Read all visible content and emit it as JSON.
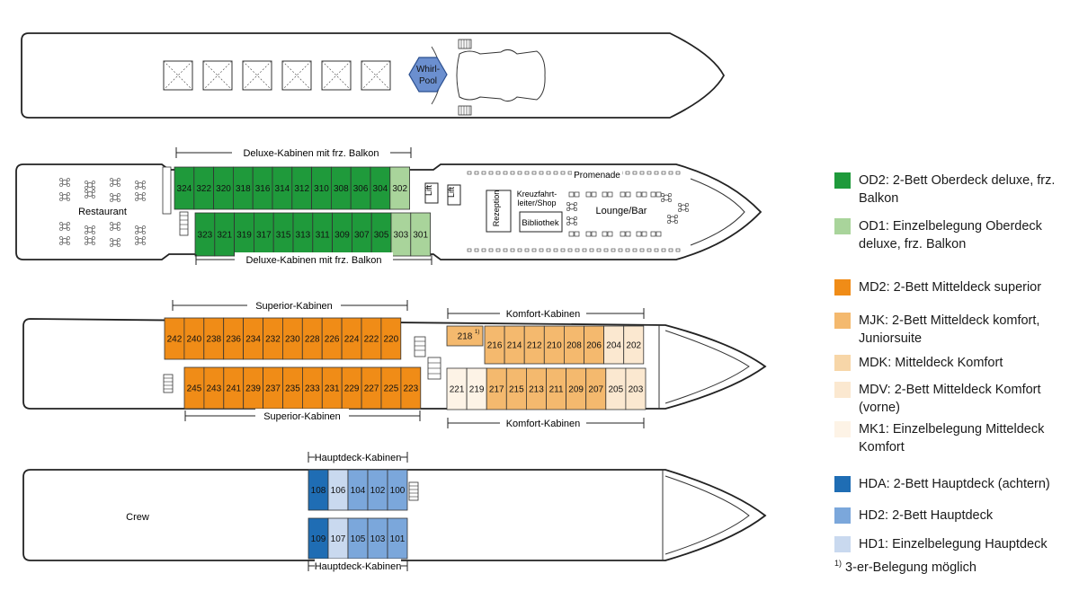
{
  "decks": {
    "sun": {
      "whirlpool_label": "Whirl-Pool",
      "whirlpool_line1": "Whirl-",
      "whirlpool_line2": "Pool"
    },
    "upper": {
      "label_top": "Deluxe-Kabinen mit frz. Balkon",
      "label_bottom": "Deluxe-Kabinen mit frz. Balkon",
      "restaurant": "Restaurant",
      "lift": "Lift",
      "promenade": "Promenade",
      "lounge": "Lounge/Bar",
      "reception": "Rezeption",
      "cruise_director_line1": "Kreuzfahrt-",
      "cruise_director_line2": "leiter/Shop",
      "library": "Bibliothek",
      "top_row": [
        {
          "no": "324",
          "cat": "OD2"
        },
        {
          "no": "322",
          "cat": "OD2"
        },
        {
          "no": "320",
          "cat": "OD2"
        },
        {
          "no": "318",
          "cat": "OD2"
        },
        {
          "no": "316",
          "cat": "OD2"
        },
        {
          "no": "314",
          "cat": "OD2"
        },
        {
          "no": "312",
          "cat": "OD2"
        },
        {
          "no": "310",
          "cat": "OD2"
        },
        {
          "no": "308",
          "cat": "OD2"
        },
        {
          "no": "306",
          "cat": "OD2"
        },
        {
          "no": "304",
          "cat": "OD2"
        },
        {
          "no": "302",
          "cat": "OD1"
        }
      ],
      "bottom_row": [
        {
          "no": "323",
          "cat": "OD2"
        },
        {
          "no": "321",
          "cat": "OD2"
        },
        {
          "no": "319",
          "cat": "OD2"
        },
        {
          "no": "317",
          "cat": "OD2"
        },
        {
          "no": "315",
          "cat": "OD2"
        },
        {
          "no": "313",
          "cat": "OD2"
        },
        {
          "no": "311",
          "cat": "OD2"
        },
        {
          "no": "309",
          "cat": "OD2"
        },
        {
          "no": "307",
          "cat": "OD2"
        },
        {
          "no": "305",
          "cat": "OD2"
        },
        {
          "no": "303",
          "cat": "OD1"
        },
        {
          "no": "301",
          "cat": "OD1"
        }
      ]
    },
    "middle": {
      "superior_top": "Superior-Kabinen",
      "superior_bottom": "Superior-Kabinen",
      "komfort_top": "Komfort-Kabinen",
      "komfort_bottom": "Komfort-Kabinen",
      "top_row": [
        {
          "no": "242",
          "cat": "MD2"
        },
        {
          "no": "240",
          "cat": "MD2"
        },
        {
          "no": "238",
          "cat": "MD2"
        },
        {
          "no": "236",
          "cat": "MD2"
        },
        {
          "no": "234",
          "cat": "MD2"
        },
        {
          "no": "232",
          "cat": "MD2"
        },
        {
          "no": "230",
          "cat": "MD2"
        },
        {
          "no": "228",
          "cat": "MD2"
        },
        {
          "no": "226",
          "cat": "MD2"
        },
        {
          "no": "224",
          "cat": "MD2"
        },
        {
          "no": "222",
          "cat": "MD2"
        },
        {
          "no": "220",
          "cat": "MD2"
        }
      ],
      "bottom_row": [
        {
          "no": "245",
          "cat": "MD2"
        },
        {
          "no": "243",
          "cat": "MD2"
        },
        {
          "no": "241",
          "cat": "MD2"
        },
        {
          "no": "239",
          "cat": "MD2"
        },
        {
          "no": "237",
          "cat": "MD2"
        },
        {
          "no": "235",
          "cat": "MD2"
        },
        {
          "no": "233",
          "cat": "MD2"
        },
        {
          "no": "231",
          "cat": "MD2"
        },
        {
          "no": "229",
          "cat": "MD2"
        },
        {
          "no": "227",
          "cat": "MD2"
        },
        {
          "no": "225",
          "cat": "MD2"
        },
        {
          "no": "223",
          "cat": "MD2"
        }
      ],
      "komfort_top_row": [
        {
          "no": "218",
          "cat": "MJK",
          "note": "1)"
        },
        {
          "no": "216",
          "cat": "MJK"
        },
        {
          "no": "214",
          "cat": "MJK"
        },
        {
          "no": "212",
          "cat": "MJK"
        },
        {
          "no": "210",
          "cat": "MJK"
        },
        {
          "no": "208",
          "cat": "MJK"
        },
        {
          "no": "206",
          "cat": "MJK"
        },
        {
          "no": "204",
          "cat": "MDV"
        },
        {
          "no": "202",
          "cat": "MDV"
        }
      ],
      "komfort_bottom_row": [
        {
          "no": "221",
          "cat": "MK1"
        },
        {
          "no": "219",
          "cat": "MK1"
        },
        {
          "no": "217",
          "cat": "MJK"
        },
        {
          "no": "215",
          "cat": "MJK"
        },
        {
          "no": "213",
          "cat": "MJK"
        },
        {
          "no": "211",
          "cat": "MJK"
        },
        {
          "no": "209",
          "cat": "MJK"
        },
        {
          "no": "207",
          "cat": "MJK"
        },
        {
          "no": "205",
          "cat": "MDV"
        },
        {
          "no": "203",
          "cat": "MDV"
        }
      ]
    },
    "main": {
      "label_top": "Hauptdeck-Kabinen",
      "label_bottom": "Hauptdeck-Kabinen",
      "crew": "Crew",
      "top_row": [
        {
          "no": "108",
          "cat": "HDA"
        },
        {
          "no": "106",
          "cat": "HD1"
        },
        {
          "no": "104",
          "cat": "HD2"
        },
        {
          "no": "102",
          "cat": "HD2"
        },
        {
          "no": "100",
          "cat": "HD2"
        }
      ],
      "bottom_row": [
        {
          "no": "109",
          "cat": "HDA"
        },
        {
          "no": "107",
          "cat": "HD1"
        },
        {
          "no": "105",
          "cat": "HD2"
        },
        {
          "no": "103",
          "cat": "HD2"
        },
        {
          "no": "101",
          "cat": "HD2"
        }
      ]
    }
  },
  "categories": {
    "OD2": "#1f9a3b",
    "OD1": "#a9d49b",
    "MD2": "#f08c17",
    "MJK": "#f4b96e",
    "MDK": "#f7d6a8",
    "MDV": "#fbe8d0",
    "MK1": "#fdf3e6",
    "HDA": "#1f6db4",
    "HD2": "#7ba7db",
    "HD1": "#c9d9ef"
  },
  "legend": [
    {
      "code": "OD2",
      "color": "#1f9a3b",
      "text": "OD2: 2-Bett Oberdeck deluxe, frz. Balkon"
    },
    {
      "code": "OD1",
      "color": "#a9d49b",
      "text": "OD1: Einzelbelegung Oberdeck deluxe, frz. Balkon"
    },
    {
      "code": "MD2",
      "color": "#f08c17",
      "text": "MD2: 2-Bett Mitteldeck superior"
    },
    {
      "code": "MJK",
      "color": "#f4b96e",
      "text": "MJK: 2-Bett Mitteldeck komfort, Juniorsuite"
    },
    {
      "code": "MDK",
      "color": "#f7d6a8",
      "text": "MDK: Mitteldeck Komfort"
    },
    {
      "code": "MDV",
      "color": "#fbe8d0",
      "text": "MDV: 2-Bett Mitteldeck Komfort (vorne)"
    },
    {
      "code": "MK1",
      "color": "#fdf3e6",
      "text": "MK1: Einzelbelegung Mitteldeck Komfort"
    },
    {
      "code": "HDA",
      "color": "#1f6db4",
      "text": "HDA: 2-Bett Hauptdeck (achtern)"
    },
    {
      "code": "HD2",
      "color": "#7ba7db",
      "text": "HD2: 2-Bett Hauptdeck"
    },
    {
      "code": "HD1",
      "color": "#c9d9ef",
      "text": "HD1: Einzelbelegung Hauptdeck"
    }
  ],
  "footnote": {
    "mark": "1)",
    "text": "3-er-Belegung möglich"
  }
}
